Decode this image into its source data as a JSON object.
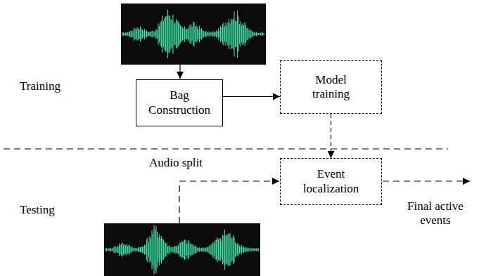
{
  "diagram": {
    "nodes": [
      {
        "text": [
          "Bag Construction"
        ]
      },
      {
        "text": [
          "Model training"
        ]
      },
      {
        "text": [
          "Event localization"
        ]
      }
    ],
    "edges": [
      {
        "from": 0,
        "to": 1,
        "arrow": "to"
      },
      {
        "from": 1,
        "to": 2,
        "arrow": "to"
      }
    ],
    "labels": [
      "Training",
      "Audio split",
      "Testing",
      "Final active events"
    ]
  }
}
